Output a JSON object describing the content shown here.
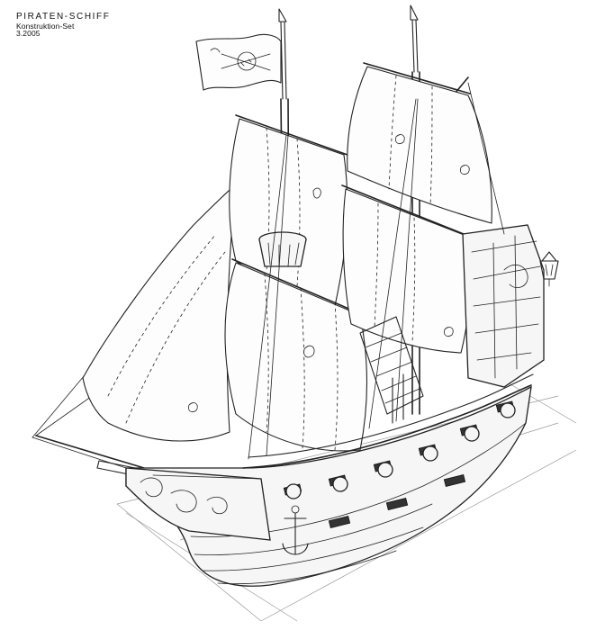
{
  "caption": {
    "title": "PIRATEN-SCHIFF",
    "subtitle": "Konstruktion-Set",
    "date": "3.2005"
  },
  "artwork": {
    "subject": "pirate-ship-pencil-sketch",
    "icons": [
      "jolly-roger-flag-icon",
      "lantern-icon",
      "cannon-icon",
      "anchor-icon",
      "crows-nest-icon"
    ]
  }
}
